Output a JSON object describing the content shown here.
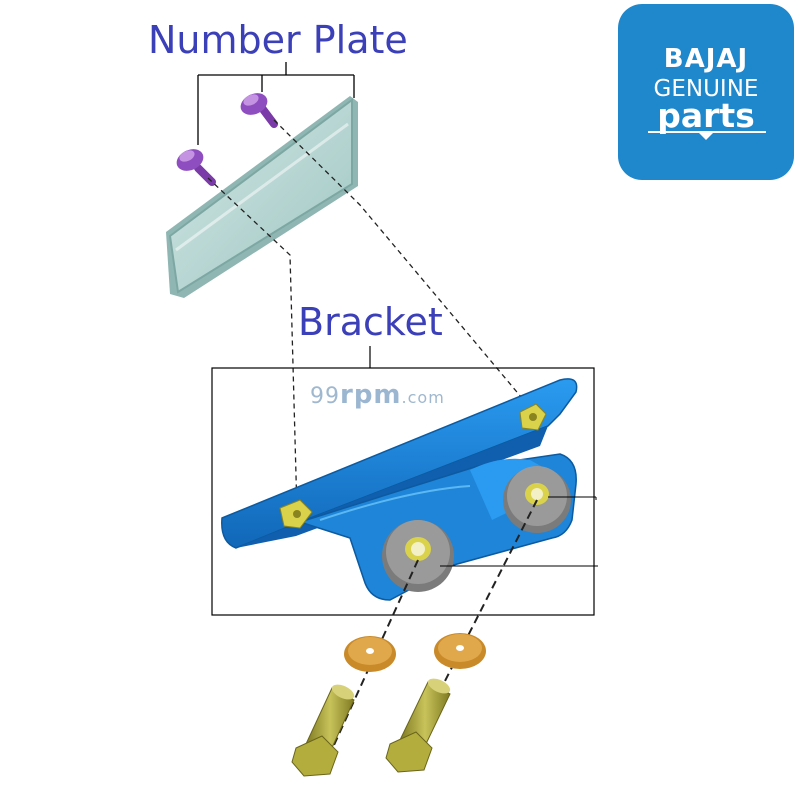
{
  "labels": {
    "number_plate": "Number Plate",
    "bracket": "Bracket"
  },
  "logo": {
    "brand": "BAJAJ",
    "line2": "GENUINE",
    "line3": "parts",
    "color": "#1f87cc"
  },
  "watermark": {
    "prefix": "99",
    "main": "rpm",
    "suffix": ".com"
  },
  "colors": {
    "label_text": "#3b3fb8",
    "bracket_body": "#1e8be0",
    "screw_purple": "#7a3aa8",
    "plate_fill": "#b8d6d4",
    "washer": "#c98a2a",
    "bolt": "#a6a03a"
  }
}
